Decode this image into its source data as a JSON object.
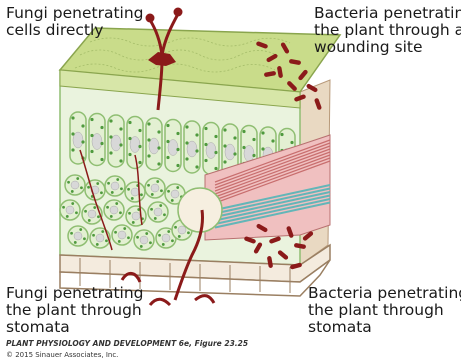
{
  "labels": {
    "fungi_direct": "Fungi penetrating\ncells directly",
    "bacteria_wound": "Bacteria penetrating\nthe plant through a\nwounding site",
    "fungi_stomata": "Fungi penetrating\nthe plant through\nstomata",
    "bacteria_stomata": "Bacteria penetrating\nthe plant through\nstomata"
  },
  "caption": {
    "title": "PLANT PHYSIOLOGY AND DEVELOPMENT 6e, Figure 23.25",
    "copyright": "© 2015 Sinauer Associates, Inc."
  },
  "colors": {
    "cuticle": "#c9dc8a",
    "cell_wall": "#8fbe72",
    "cell_fill": "#e3f0d2",
    "chloroplast": "#4f9a3e",
    "pathogen": "#8b1a1a",
    "xylem": "#de8a8a",
    "phloem": "#63b6b8",
    "lower_epidermis": "#e4d3bd"
  }
}
